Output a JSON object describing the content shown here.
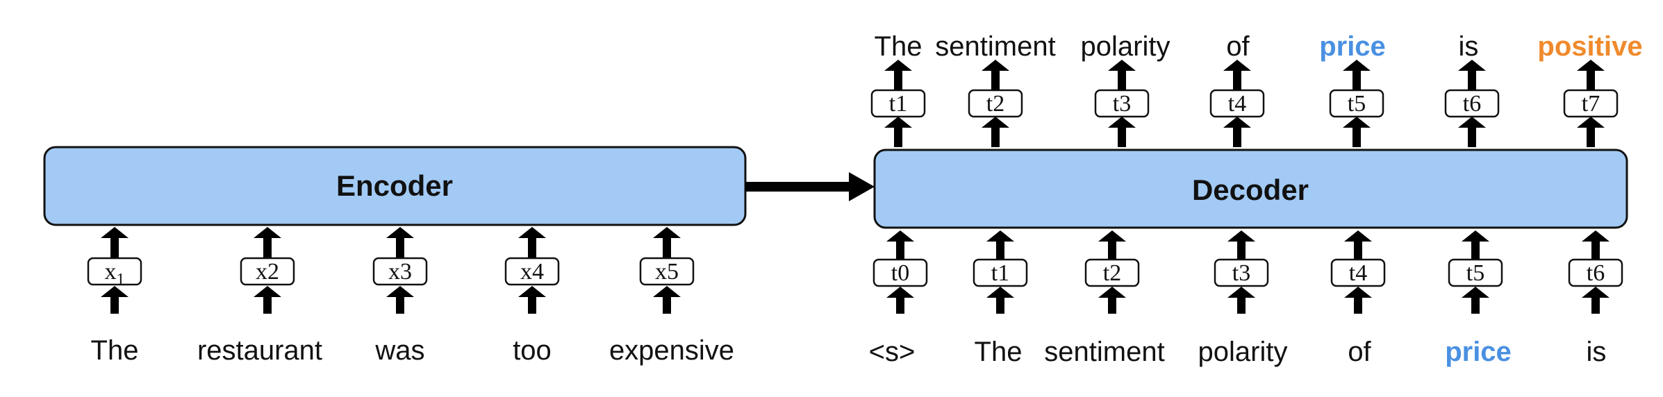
{
  "colors": {
    "block_fill": "#a3caf5",
    "block_stroke": "#111111",
    "highlight_aspect": "#4a90e2",
    "highlight_polarity": "#f08a2c",
    "arrow": "#000000"
  },
  "encoder": {
    "label": "Encoder",
    "inputs": [
      {
        "token": "x",
        "sub": "1",
        "word": "The"
      },
      {
        "token": "x2",
        "sub": "",
        "word": "restaurant"
      },
      {
        "token": "x3",
        "sub": "",
        "word": "was"
      },
      {
        "token": "x4",
        "sub": "",
        "word": "too"
      },
      {
        "token": "x5",
        "sub": "",
        "word": "expensive"
      }
    ]
  },
  "decoder": {
    "label": "Decoder",
    "inputs": [
      {
        "token": "t0",
        "word": "<s>",
        "style": "plain"
      },
      {
        "token": "t1",
        "word": "The",
        "style": "plain"
      },
      {
        "token": "t2",
        "word": "sentiment",
        "style": "plain"
      },
      {
        "token": "t3",
        "word": "polarity",
        "style": "plain"
      },
      {
        "token": "t4",
        "word": "of",
        "style": "plain"
      },
      {
        "token": "t5",
        "word": "price",
        "style": "blue"
      },
      {
        "token": "t6",
        "word": "is",
        "style": "plain"
      }
    ],
    "outputs": [
      {
        "token": "t1",
        "style": "plain"
      },
      {
        "token": "t2",
        "style": "plain"
      },
      {
        "token": "t3",
        "style": "plain"
      },
      {
        "token": "t4",
        "style": "plain"
      },
      {
        "token": "t5",
        "style": "blue"
      },
      {
        "token": "t6",
        "style": "plain"
      },
      {
        "token": "t7",
        "style": "orange"
      }
    ],
    "output_words": [
      {
        "text": "The",
        "style": "plain"
      },
      {
        "text": "sentiment",
        "style": "plain"
      },
      {
        "text": "polarity",
        "style": "plain"
      },
      {
        "text": "of",
        "style": "plain"
      },
      {
        "text": "price",
        "style": "blue"
      },
      {
        "text": "is",
        "style": "plain"
      },
      {
        "text": "positive",
        "style": "orange"
      }
    ]
  }
}
